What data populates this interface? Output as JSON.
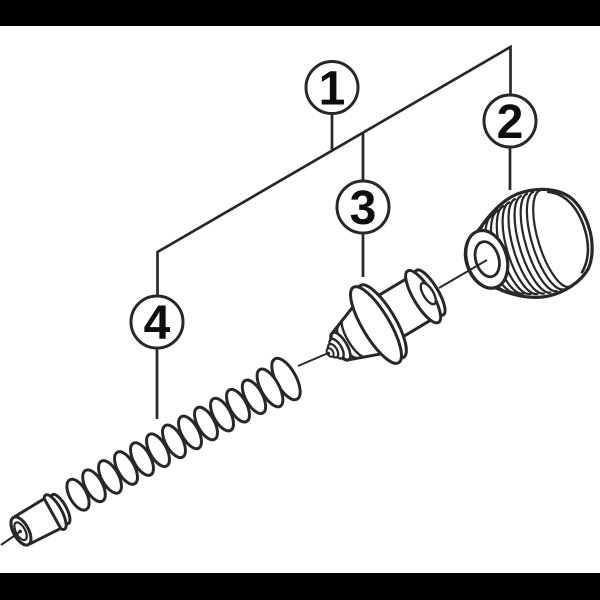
{
  "diagram": {
    "type": "exploded-parts-line-diagram",
    "background_color": "#ffffff",
    "letterbox_color": "#000000",
    "line_color": "#29272a",
    "callout_text_color": "#0e0d12",
    "callouts": [
      {
        "label": "1"
      },
      {
        "label": "2"
      },
      {
        "label": "3"
      },
      {
        "label": "4"
      }
    ]
  }
}
